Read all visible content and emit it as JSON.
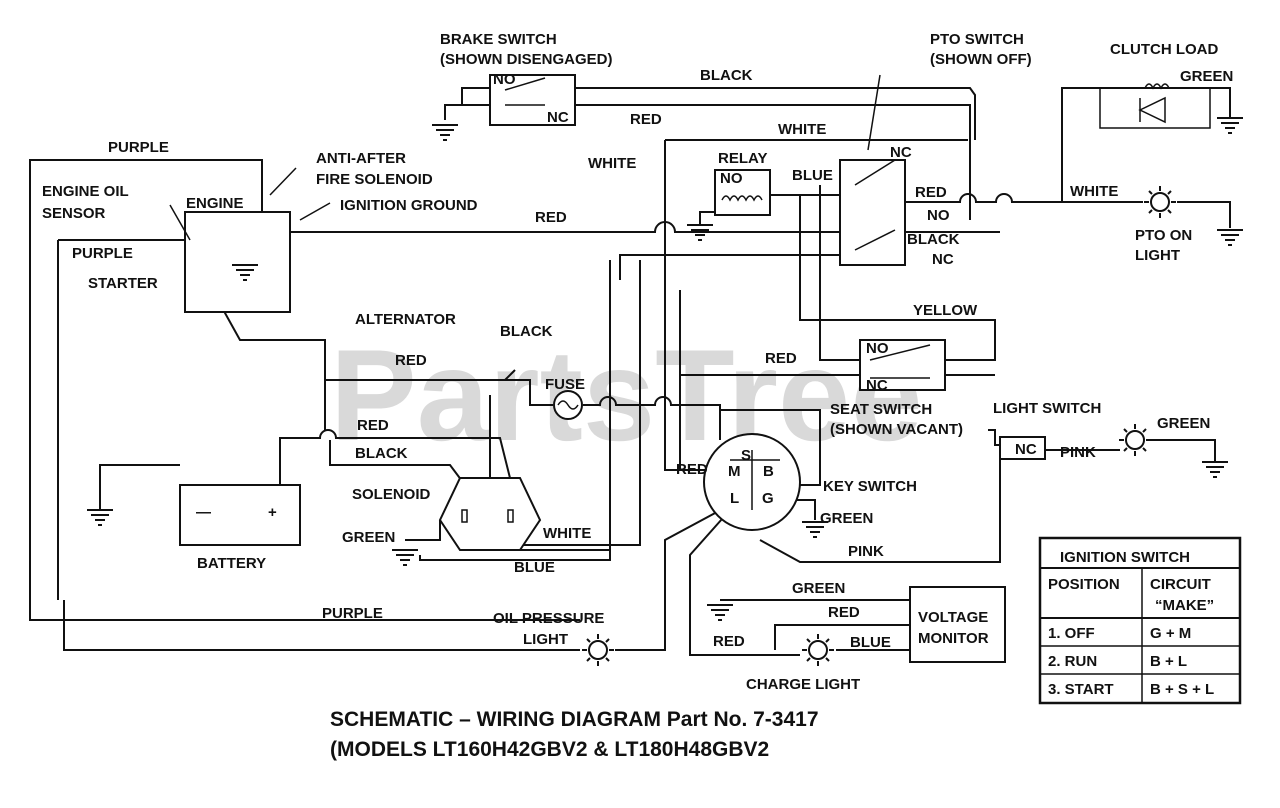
{
  "watermark": "PartsTree",
  "caption": {
    "line1": "SCHEMATIC – WIRING DIAGRAM Part No. 7-3417",
    "line2": "(MODELS LT160H42GBV2 & LT180H48GBV2"
  },
  "components": {
    "brake_switch": [
      "BRAKE SWITCH",
      "(SHOWN DISENGAGED)"
    ],
    "pto_switch": [
      "PTO SWITCH",
      "(SHOWN OFF)"
    ],
    "clutch_load": "CLUTCH LOAD",
    "anti_after_fire": [
      "ANTI-AFTER",
      "FIRE SOLENOID"
    ],
    "ignition_ground": "IGNITION GROUND",
    "engine_oil_sensor": [
      "ENGINE OIL",
      "SENSOR"
    ],
    "engine": "ENGINE",
    "starter": "STARTER",
    "alternator": "ALTERNATOR",
    "relay": "RELAY",
    "fuse": "FUSE",
    "solenoid": "SOLENOID",
    "battery": "BATTERY",
    "battery_minus": "—",
    "battery_plus": "+",
    "seat_switch": [
      "SEAT SWITCH",
      "(SHOWN VACANT)"
    ],
    "light_switch": "LIGHT SWITCH",
    "key_switch": "KEY SWITCH",
    "key_terminals": {
      "s": "S",
      "m": "M",
      "b": "B",
      "l": "L",
      "g": "G"
    },
    "pto_on_light": [
      "PTO ON",
      "LIGHT"
    ],
    "oil_pressure_light": [
      "OIL PRESSURE",
      "LIGHT"
    ],
    "voltage_monitor": [
      "VOLTAGE",
      "MONITOR"
    ],
    "charge_light": "CHARGE LIGHT"
  },
  "contacts": {
    "no": "NO",
    "nc": "NC"
  },
  "wires": {
    "black": "BLACK",
    "red": "RED",
    "white": "WHITE",
    "purple": "PURPLE",
    "green": "GREEN",
    "blue": "BLUE",
    "yellow": "YELLOW",
    "pink": "PINK"
  },
  "ignition_table": {
    "title": "IGNITION SWITCH",
    "headers": [
      "POSITION",
      "CIRCUIT",
      "“MAKE”"
    ],
    "rows": [
      {
        "position": "1. OFF",
        "make": "G + M"
      },
      {
        "position": "2. RUN",
        "make": "B + L"
      },
      {
        "position": "3. START",
        "make": "B + S + L"
      }
    ]
  }
}
